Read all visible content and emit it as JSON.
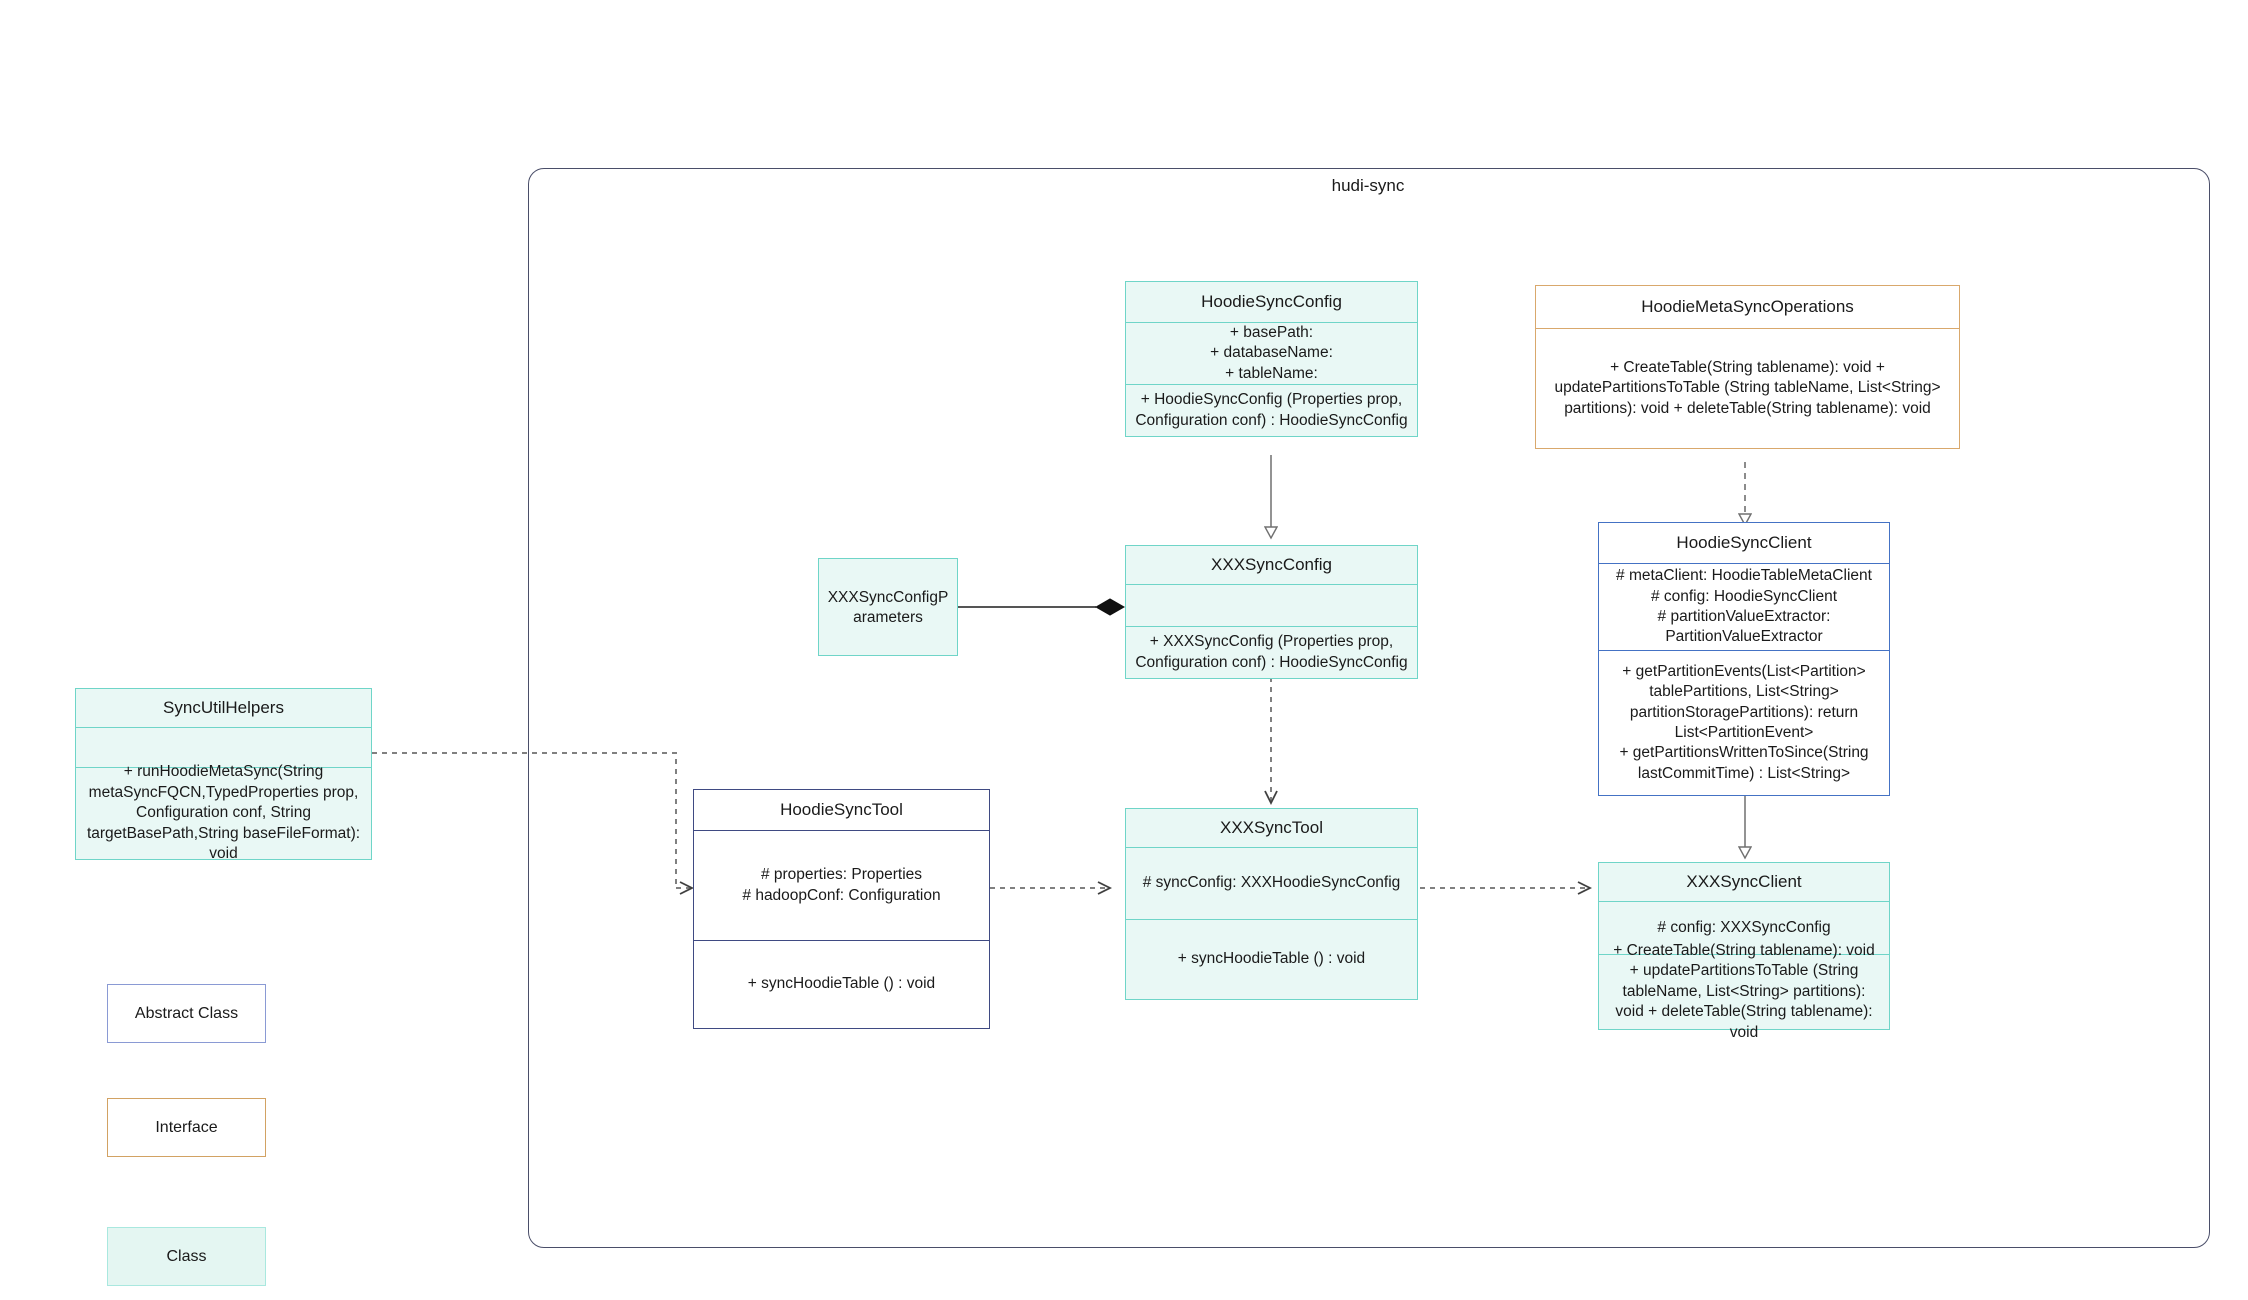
{
  "package": {
    "title": "hudi-sync"
  },
  "classes": {
    "hoodie_sync_config": {
      "name": "HoodieSyncConfig",
      "attributes": "+    basePath:\n+   databaseName:\n+    tableName:",
      "methods": "+   HoodieSyncConfig (Properties prop, Configuration conf) : HoodieSyncConfig"
    },
    "hoodie_meta_sync_operations": {
      "name": "HoodieMetaSyncOperations",
      "methods": "+   CreateTable(String tablename): void\n+   updatePartitionsToTable (String tableName, List<String> partitions): void\n+   deleteTable(String tablename): void"
    },
    "hoodie_sync_client": {
      "name": "HoodieSyncClient",
      "attributes": "#   metaClient: HoodieTableMetaClient\n#   config: HoodieSyncClient\n#    partitionValueExtractor: PartitionValueExtractor",
      "methods": "+   getPartitionEvents(List<Partition> tablePartitions, List<String> partitionStoragePartitions): return List<PartitionEvent>\n+   getPartitionsWrittenToSince(String lastCommitTime) : List<String>"
    },
    "xxx_sync_config": {
      "name": "XXXSyncConfig",
      "attributes": "",
      "methods": "+   XXXSyncConfig (Properties prop, Configuration conf) : HoodieSyncConfig"
    },
    "xxx_sync_config_parameters": {
      "name": "XXXSyncConfigParameters"
    },
    "sync_util_helpers": {
      "name": "SyncUtilHelpers",
      "attributes": "",
      "methods": "+    runHoodieMetaSync(String metaSyncFQCN,TypedProperties prop, Configuration conf, String targetBasePath,String baseFileFormat): void"
    },
    "hoodie_sync_tool": {
      "name": "HoodieSyncTool",
      "attributes": "#   properties: Properties\n#   hadoopConf: Configuration",
      "methods": "+   syncHoodieTable () : void"
    },
    "xxx_sync_tool": {
      "name": "XXXSyncTool",
      "attributes": "#   syncConfig: XXXHoodieSyncConfig",
      "methods": "+   syncHoodieTable () : void"
    },
    "xxx_sync_client": {
      "name": "XXXSyncClient",
      "attributes": "#    config: XXXSyncConfig",
      "methods": "+   CreateTable(String tablename): void\n+   updatePartitionsToTable (String tableName, List<String> partitions): void\n+   deleteTable(String tablename): void"
    }
  },
  "legend": {
    "abstract_class": "Abstract Class",
    "interface": "Interface",
    "class": "Class"
  },
  "colors": {
    "class_border": "#6fd5c8",
    "class_fill": "#e9f8f5",
    "abstract_border": "#3f4a82",
    "abstract_border_alt": "#4472c4",
    "interface_border": "#d9a86c",
    "connector": "#808080",
    "package_border": "#4a4e69"
  }
}
